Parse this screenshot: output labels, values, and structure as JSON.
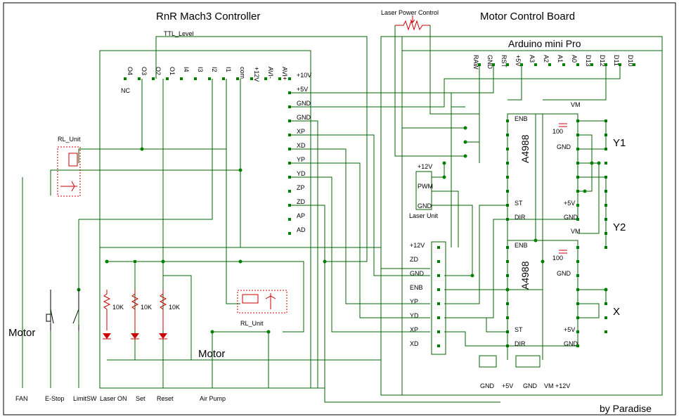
{
  "titles": {
    "controller": "RnR Mach3 Controller",
    "motor_board": "Motor Control Board",
    "arduino": "Arduino mini Pro",
    "laser_power": "Laser Power Control",
    "ttl": "TTL_Level",
    "credit": "by Paradise"
  },
  "controller_top_pins": [
    "O4",
    "O3",
    "O2",
    "O1",
    "I4",
    "I3",
    "I2",
    "I1",
    "com",
    "+12V",
    "AVI-",
    "AVI+"
  ],
  "controller_nc": "NC",
  "controller_right_pins": [
    "+10V",
    "+5V",
    "GND",
    "GND",
    "XP",
    "XD",
    "YP",
    "YD",
    "ZP",
    "ZD",
    "AP",
    "AD"
  ],
  "arduino_pins": [
    "RAW",
    "GND",
    "RST",
    "+5V",
    "A3",
    "A2",
    "A1",
    "A0",
    "D13",
    "D12",
    "D11",
    "D10"
  ],
  "relay_label": "RL_Unit",
  "laser_unit": {
    "label": "Laser Unit",
    "pins": [
      "+12V",
      "PWM",
      "GND"
    ]
  },
  "board_connector_pins": [
    "+12V",
    "ZD",
    "GND",
    "ENB",
    "YP",
    "YD",
    "XP",
    "XD"
  ],
  "driver": {
    "name": "A4988",
    "pins": [
      "ENB",
      "ST",
      "DIR"
    ],
    "right_labels": [
      "VM",
      "GND",
      "+5V",
      "GND"
    ],
    "cap_value": "100"
  },
  "axis_labels": [
    "Y1",
    "Y2",
    "X"
  ],
  "bottom_power": [
    "GND",
    "+5V",
    "GND",
    "VM +12V"
  ],
  "motor_label": "Motor",
  "resistor_value": "10K",
  "bottom_labels": [
    "FAN",
    "E-Stop",
    "LimitSW",
    "Laser ON",
    "Set",
    "Reset",
    "Air Pump"
  ]
}
